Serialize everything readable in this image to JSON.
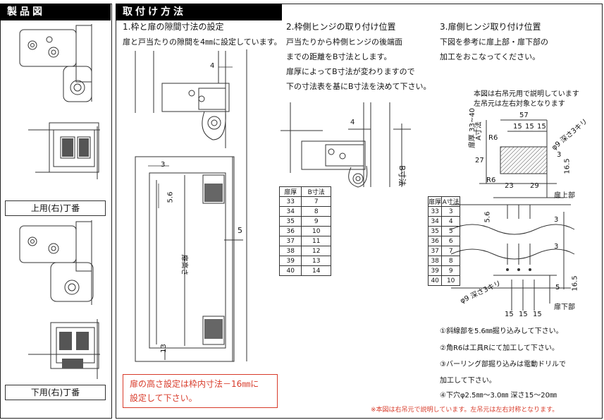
{
  "left": {
    "header": "製品図",
    "upper_caption": "上用(右)丁番",
    "lower_caption": "下用(右)丁番"
  },
  "right": {
    "header": "取付け方法"
  },
  "sec1": {
    "title": "1.枠と扉の隙間寸法の設定",
    "desc": "扉と戸当たりの隙間を4㎜に設定しています。",
    "dims": {
      "d4": "4",
      "d3": "3",
      "d56": "5.6",
      "d5": "5",
      "d13": "13",
      "door_height": "扉高さ"
    },
    "note_line1": "扉の高さ設定は枠内寸法－16㎜に",
    "note_line2": "設定して下さい。"
  },
  "sec2": {
    "title": "2.枠側ヒンジの取り付け位置",
    "lines": [
      "戸当たりから枠側ヒンジの後端面",
      "までの距離をB寸法とします。",
      "扉厚によってB寸法が変わりますので",
      "下の寸法表を基にB寸法を決めて下さい。"
    ],
    "dims": {
      "d4": "4",
      "b": "B寸法"
    },
    "table": {
      "headers": [
        "扉厚",
        "B寸法"
      ],
      "rows": [
        [
          "33",
          "7"
        ],
        [
          "34",
          "8"
        ],
        [
          "35",
          "9"
        ],
        [
          "36",
          "10"
        ],
        [
          "37",
          "11"
        ],
        [
          "38",
          "12"
        ],
        [
          "39",
          "13"
        ],
        [
          "40",
          "14"
        ]
      ]
    }
  },
  "sec3": {
    "title": "3.扉側ヒンジ取り付け位置",
    "lines": [
      "下図を参考に扉上部・扉下部の",
      "加工をおこなってください。"
    ],
    "sub1": "本図は右吊元用で説明しています",
    "sub2": "左吊元は左右対象となります",
    "dims": {
      "thick": "扉厚 33~40",
      "a": "A寸法",
      "d57": "57",
      "d15a": "15",
      "d15b": "15",
      "d15c": "15",
      "r6a": "R6",
      "r6b": "R6",
      "d27": "27",
      "d3": "3",
      "d165": "16.5",
      "d23": "23",
      "d29": "29",
      "phi_top": "φ9 深さ3キリ",
      "phi_bot": "φ9 深さ3キリ",
      "d56": "5.6",
      "d3b": "3",
      "d3c": "3",
      "d5": "5",
      "d165b": "16.5",
      "d15d": "15",
      "d15e": "15",
      "d15f": "15"
    },
    "top_label": "扉上部",
    "bottom_label": "扉下部",
    "table": {
      "headers": [
        "扉厚",
        "A寸法"
      ],
      "rows": [
        [
          "33",
          "3"
        ],
        [
          "34",
          "4"
        ],
        [
          "35",
          "5"
        ],
        [
          "36",
          "6"
        ],
        [
          "37",
          "7"
        ],
        [
          "38",
          "8"
        ],
        [
          "39",
          "9"
        ],
        [
          "40",
          "10"
        ]
      ]
    },
    "notes": [
      "①斜線部を5.6㎜掘り込みして下さい。",
      "②角R6は工具Rにて加工して下さい。",
      "③バーリング部掘り込みは電動ドリルで",
      "加工して下さい。",
      "④下穴φ2.5㎜～3.0㎜ 深さ15～20㎜"
    ]
  },
  "footer": "※本図は右吊元で説明しています。左吊元は左右対称となります。"
}
